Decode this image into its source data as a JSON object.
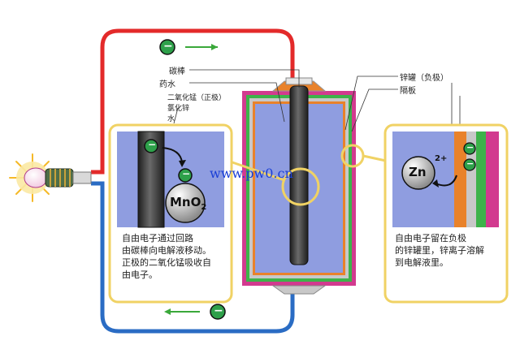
{
  "labels": {
    "carbon_rod": "碳棒",
    "water": "药水",
    "mixture_line1": "二氧化锰（正极）",
    "mixture_line2": "氯化锌",
    "mixture_line3": "水",
    "zinc_can": "锌罐（负极）",
    "separator": "隔板"
  },
  "left_panel": {
    "molecule": "MnO",
    "molecule_sub": "2",
    "caption": "自由电子通过回路\n由碳棒向电解液移动。\n正极的二氧化锰吸收自\n由电子。"
  },
  "right_panel": {
    "ion": "Zn",
    "ion_charge": "2+",
    "caption": "自由电子留在负极\n的锌罐里，锌离子溶解\n到电解液里。"
  },
  "electron_symbol": "−",
  "watermark": "www.pw0.cn",
  "colors": {
    "wire_positive": "#e32a2a",
    "wire_negative": "#2a6cc4",
    "arrow": "#3aa83a",
    "electron": "#2ea04a",
    "highlight": "#f0d264",
    "electrolyte": "#8f9de0",
    "zinc": "#e9822a",
    "separator": "#3db34a",
    "outer_case": "#d23a8f"
  }
}
